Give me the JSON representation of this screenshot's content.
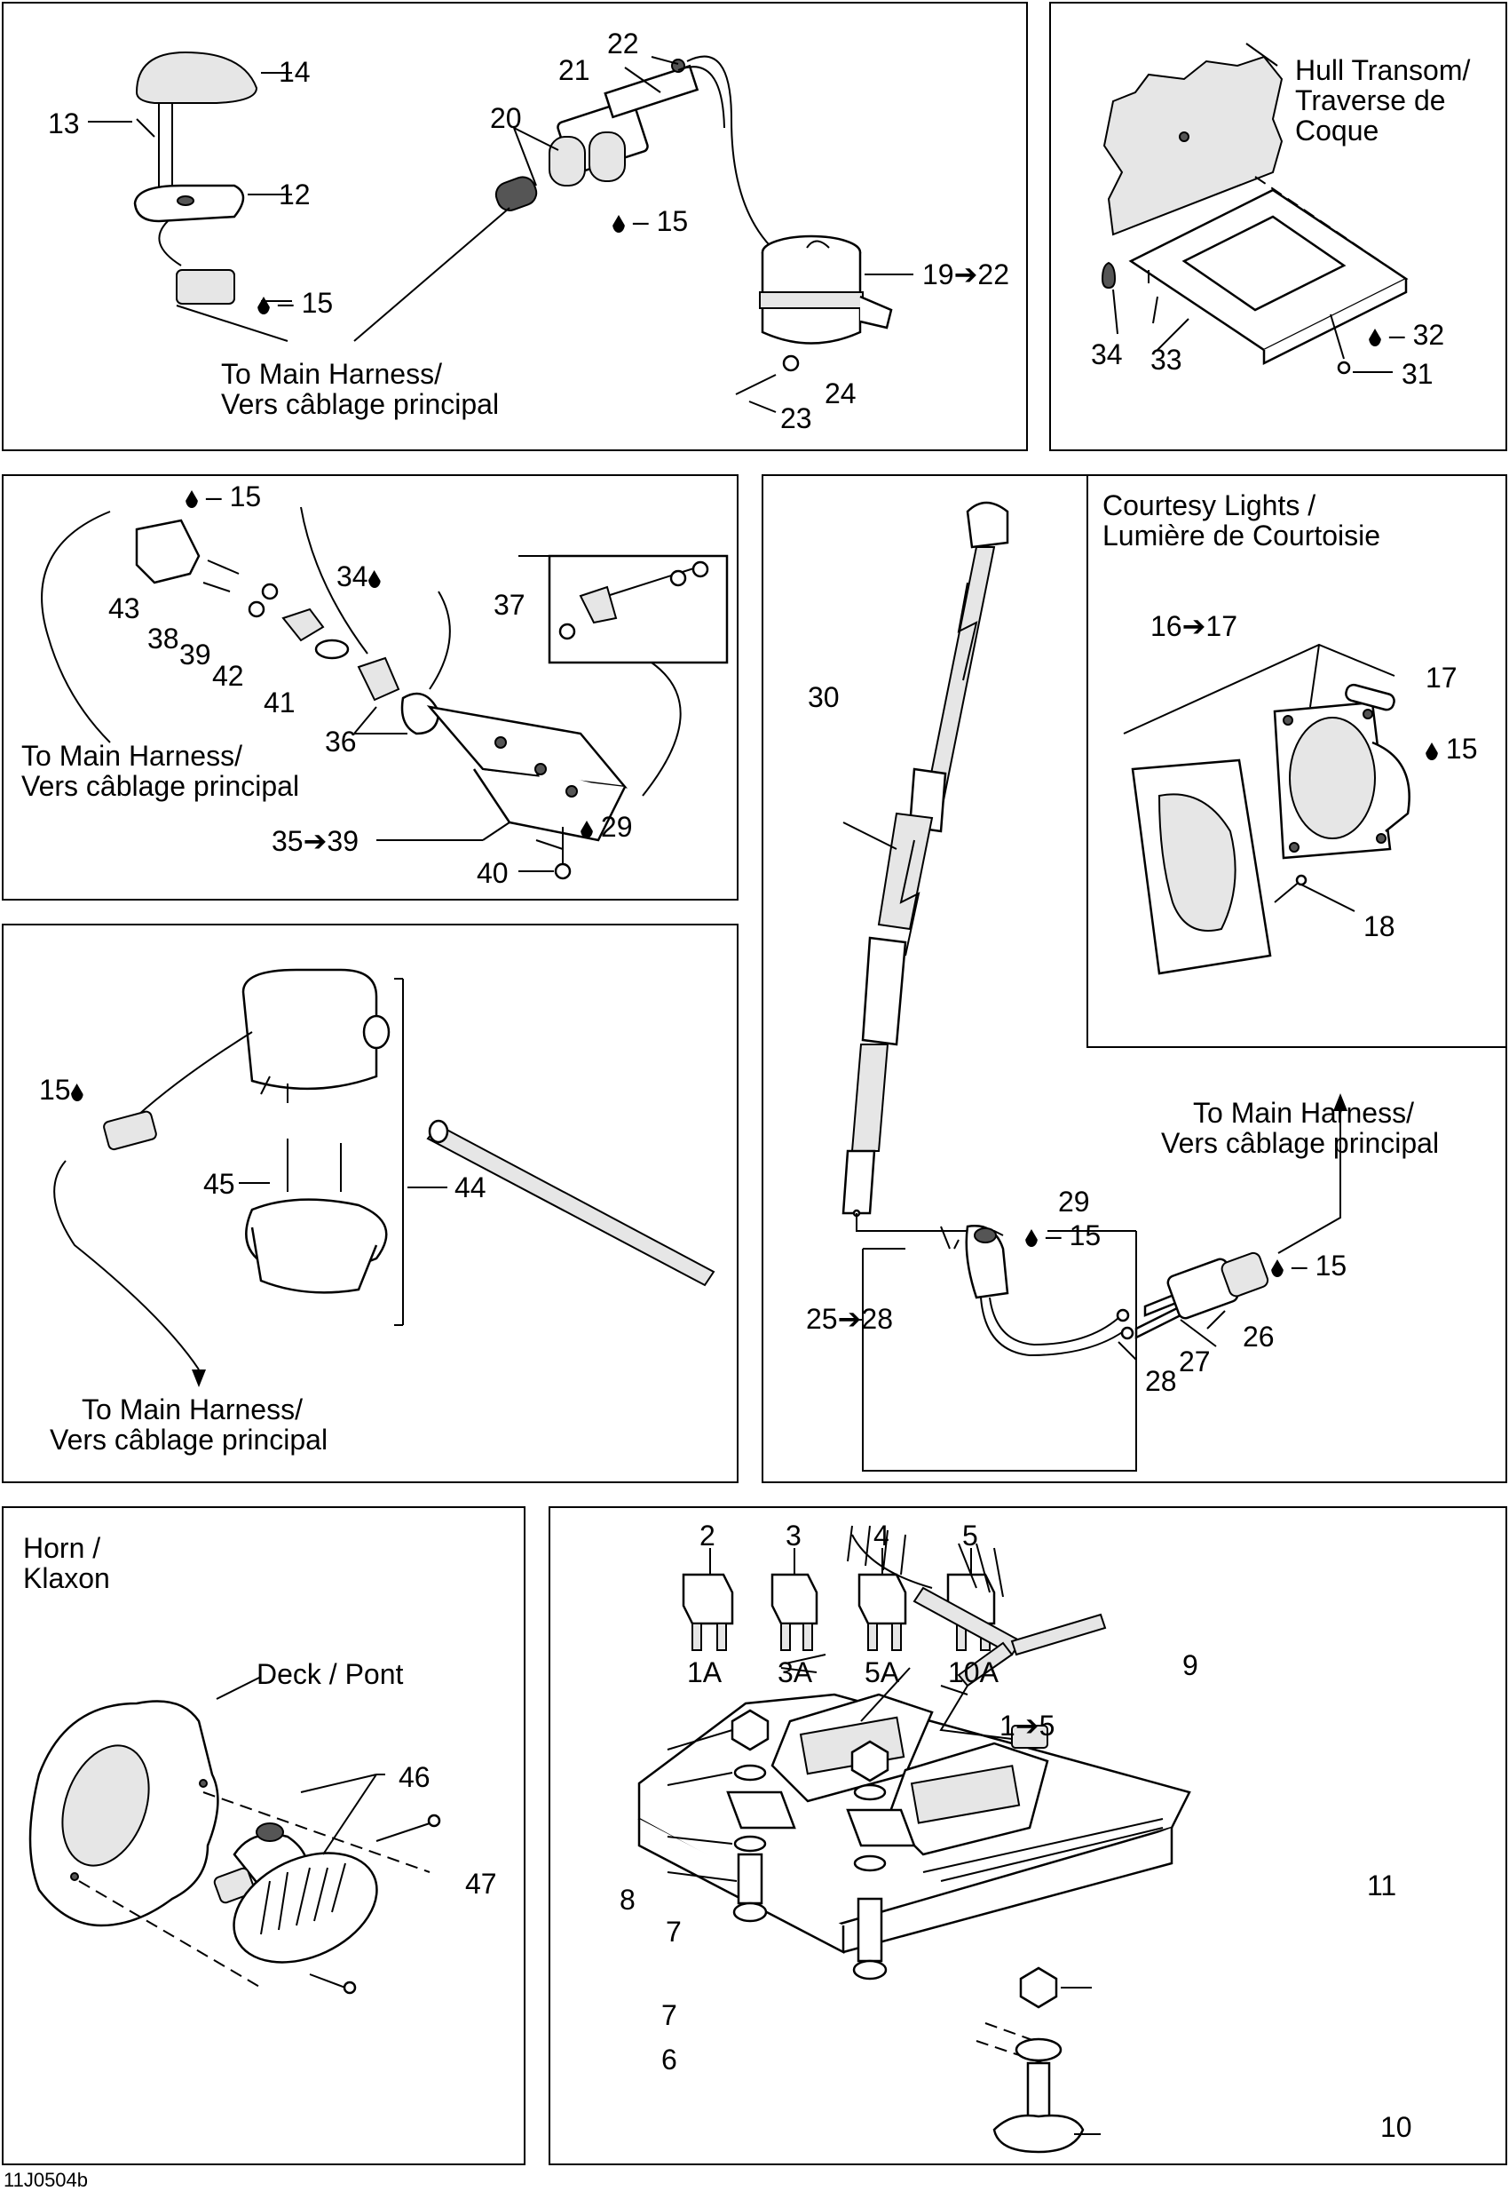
{
  "labels": {
    "to_main_harness": "To Main Harness/",
    "vers_cablage": "Vers câblage principal",
    "hull_transom": "Hull Transom/",
    "traverse_de": "Traverse de",
    "coque": "Coque",
    "courtesy_lights": "Courtesy Lights /",
    "lumiere": "Lumière de Courtoisie",
    "horn": "Horn /",
    "klaxon": "Klaxon",
    "deck_pont": "Deck / Pont"
  },
  "callouts": {
    "p1": [
      "14",
      "13",
      "12",
      "15",
      "22",
      "21",
      "20",
      "15",
      "19➔22",
      "24",
      "23"
    ],
    "p2": [
      "34",
      "33",
      "32",
      "31"
    ],
    "p3": [
      "15",
      "34",
      "37",
      "43",
      "38",
      "39",
      "42",
      "41",
      "36",
      "35➔39",
      "29",
      "40"
    ],
    "p4": [
      "30",
      "29",
      "15",
      "15",
      "25➔28",
      "26",
      "27",
      "28"
    ],
    "p5": [
      "16➔17",
      "17",
      "15",
      "18"
    ],
    "p6": [
      "15",
      "45",
      "44"
    ],
    "p7": [
      "46",
      "47"
    ],
    "p8": [
      "2",
      "3",
      "4",
      "5",
      "1A",
      "3A",
      "5A",
      "10A",
      "1➔5",
      "9",
      "8",
      "7",
      "7",
      "6",
      "11",
      "10"
    ]
  },
  "footer_code": "11J0504b"
}
